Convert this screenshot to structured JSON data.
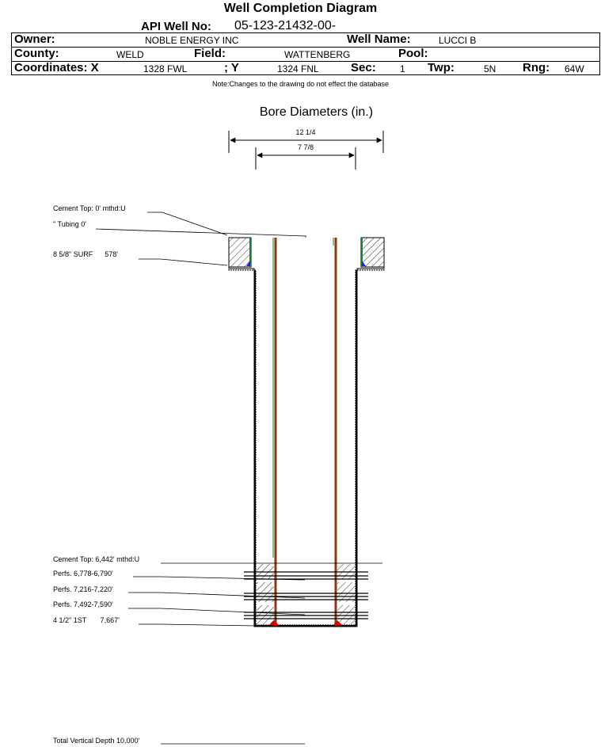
{
  "header": {
    "title": "Well Completion Diagram",
    "api_label": "API Well No:",
    "api_value": "05-123-21432-00-",
    "owner_label": "Owner:",
    "owner_value": "NOBLE ENERGY INC",
    "wellname_label": "Well Name:",
    "wellname_value": "LUCCI B",
    "county_label": "County:",
    "county_value": "WELD",
    "field_label": "Field:",
    "field_value": "WATTENBERG",
    "pool_label": "Pool:",
    "pool_value": "",
    "coordx_label": "Coordinates: X",
    "coordx_value": "1328 FWL",
    "coordy_label": "; Y",
    "coordy_value": "1324 FNL",
    "sec_label": "Sec:",
    "sec_value": "1",
    "twp_label": "Twp:",
    "twp_value": "5N",
    "rng_label": "Rng:",
    "rng_value": "64W"
  },
  "note": "Note:Changes to the drawing do not effect the database",
  "bore": {
    "title": "Bore Diameters (in.)",
    "outer": "12 1/4",
    "inner": "7 7/8"
  },
  "annotations": {
    "cement_top_surface": "Cement Top: 0' mthd:U",
    "tubing": "\" Tubing 0'",
    "surface_casing": "8 5/8\" SURF      578'",
    "cement_top_production": "Cement Top: 6,442' mthd:U",
    "perf1": "Perfs. 6,778-6,790'",
    "perf2": "Perfs. 7,216-7,220'",
    "perf3": "Perfs. 7,492-7,590'",
    "production_casing": "4 1/2\" 1ST       7,667'",
    "tvd": "Total Vertical Depth 10,000'"
  },
  "colors": {
    "tubing": "#8B3A0F",
    "surface_cement_green": "#1a7a3a",
    "surface_cement_blue": "#1a1aff",
    "shoe_red": "#e00000"
  }
}
